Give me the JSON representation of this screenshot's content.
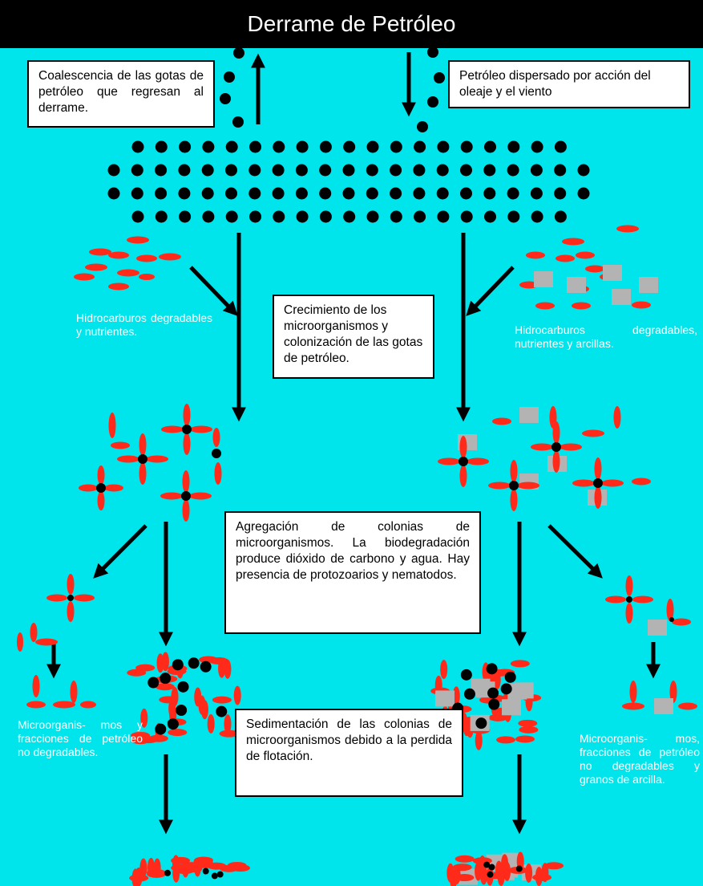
{
  "title": "Derrame de Petróleo",
  "boxes": {
    "coalescencia": "Coalescencia de las gotas de petróleo que regresan al derrame.",
    "dispersado": "Petróleo dispersado por acción del oleaje y el viento",
    "crecimiento": "Crecimiento de los microorganismos y colonización de las gotas de petróleo.",
    "agregacion": "Agregación de colonias de microorganismos. La biodegradación produce dióxido de carbono y agua. Hay presencia de protozoarios y nematodos.",
    "sedimentacion": "Sedimentación de las colonias de microorganismos debido a la perdida de flotación."
  },
  "labels": {
    "hidrocarburos_nutrientes": "Hidrocarburos degradables y nutrientes.",
    "hidrocarburos_arcillas": "Hidrocarburos degradables, nutrientes y arcillas.",
    "microorganismos_left": "Microorganis- mos y fracciones de petróleo no degradables.",
    "microorganismos_right": "Microorganis- mos, fracciones de petróleo no degradables y granos de arcilla."
  },
  "colors": {
    "water": "#00e5ec",
    "oil": "#000000",
    "hydrocarbon": "#ff2a1a",
    "clay": "#b3b3b3",
    "header": "#000000",
    "label_text": "#ffffff"
  }
}
